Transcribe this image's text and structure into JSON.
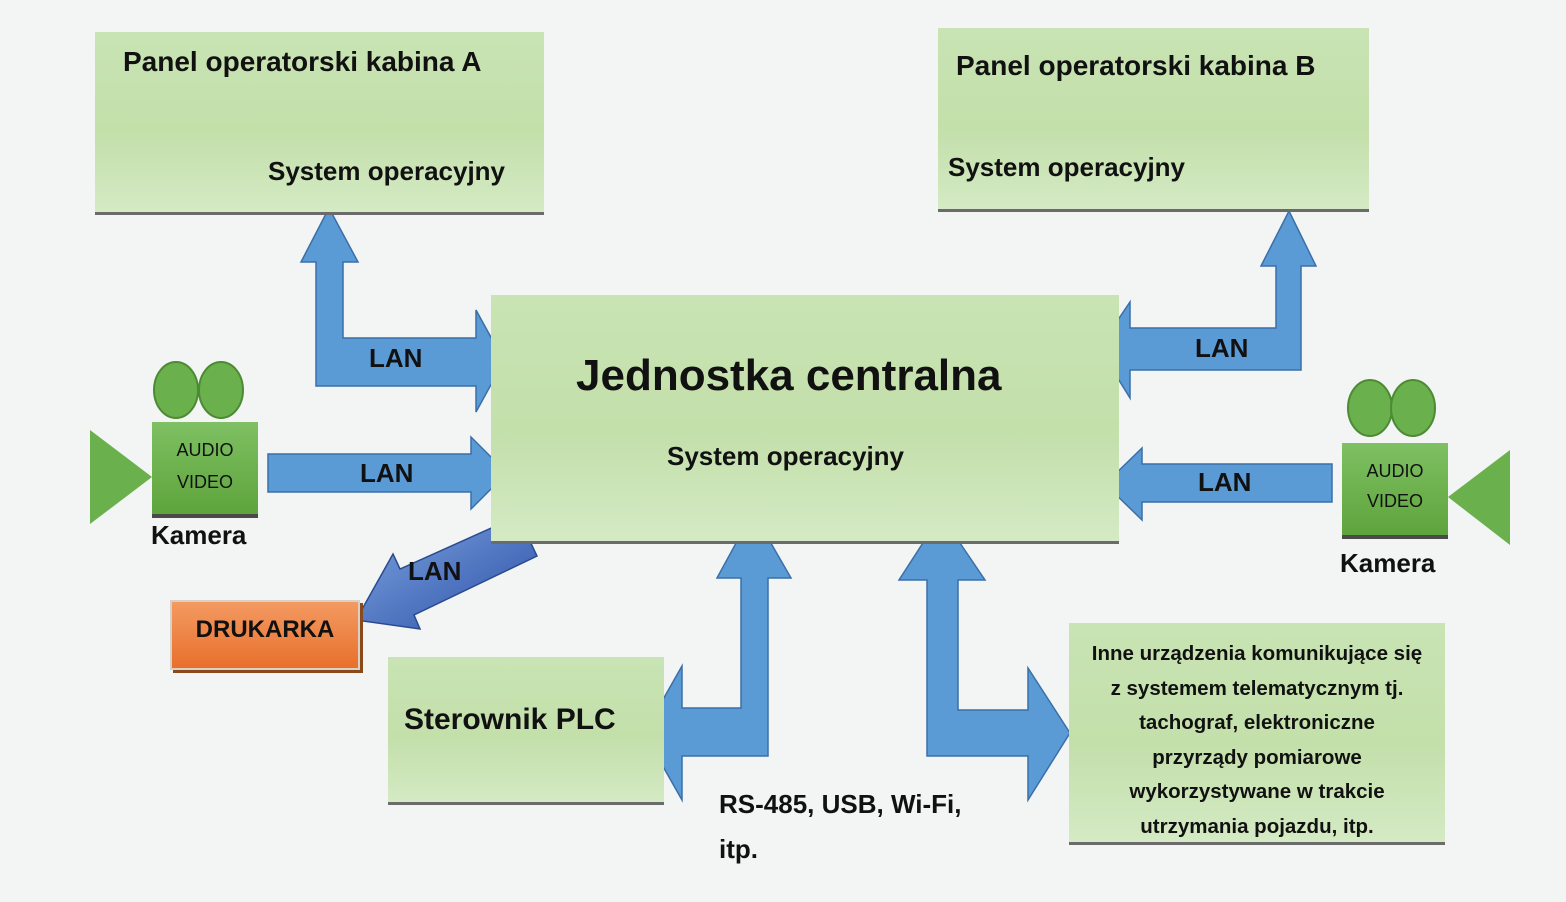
{
  "panel_a": {
    "title": "Panel operatorski kabina A",
    "subtitle": "System operacyjny"
  },
  "panel_b": {
    "title": "Panel operatorski kabina B",
    "subtitle": "System operacyjny"
  },
  "central_unit": {
    "title": "Jednostka centralna",
    "subtitle": "System operacyjny"
  },
  "plc": {
    "title": "Sterownik PLC"
  },
  "other_devices": {
    "text": "Inne urządzenia komunikujące się\nz systemem telematycznym tj.\ntachograf, elektroniczne\nprzyrządy pomiarowe\nwykorzystywane w trakcie\nutrzymania pojazdu, itp."
  },
  "camera_left": {
    "line1": "AUDIO",
    "line2": "VIDEO",
    "caption": "Kamera"
  },
  "camera_right": {
    "line1": "AUDIO",
    "line2": "VIDEO",
    "caption": "Kamera"
  },
  "printer": {
    "label": "DRUKARKA"
  },
  "links": {
    "panel_a_lan": "LAN",
    "panel_b_lan": "LAN",
    "camera_left_lan": "LAN",
    "camera_right_lan": "LAN",
    "printer_lan": "LAN",
    "serial_ports": "RS-485, USB, Wi-Fi,\nitp."
  },
  "colors": {
    "box_fill": "#c6e1ae",
    "arrow_fill": "#5b9bd5",
    "arrow_stroke": "#3a6fa8",
    "camera_green": "#6ab04c",
    "printer_orange": "#ed7d31"
  }
}
